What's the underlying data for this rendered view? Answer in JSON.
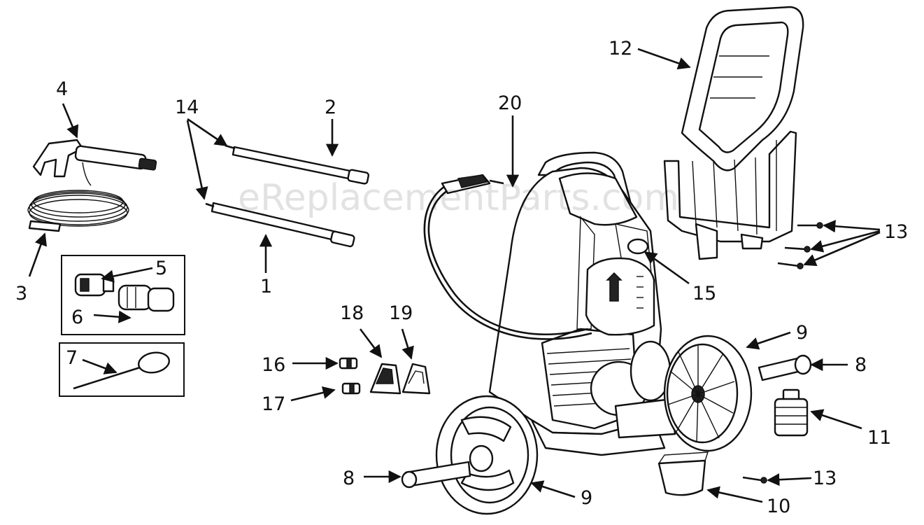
{
  "watermark": "eReplacementParts.com",
  "callouts": [
    {
      "id": "c1",
      "text": "1"
    },
    {
      "id": "c2",
      "text": "2"
    },
    {
      "id": "c3",
      "text": "3"
    },
    {
      "id": "c4",
      "text": "4"
    },
    {
      "id": "c5",
      "text": "5"
    },
    {
      "id": "c6",
      "text": "6"
    },
    {
      "id": "c7",
      "text": "7"
    },
    {
      "id": "c8a",
      "text": "8"
    },
    {
      "id": "c8b",
      "text": "8"
    },
    {
      "id": "c9a",
      "text": "9"
    },
    {
      "id": "c9b",
      "text": "9"
    },
    {
      "id": "c10",
      "text": "10"
    },
    {
      "id": "c11",
      "text": "11"
    },
    {
      "id": "c12",
      "text": "12"
    },
    {
      "id": "c13a",
      "text": "13"
    },
    {
      "id": "c13b",
      "text": "13"
    },
    {
      "id": "c14",
      "text": "14"
    },
    {
      "id": "c15",
      "text": "15"
    },
    {
      "id": "c16",
      "text": "16"
    },
    {
      "id": "c17",
      "text": "17"
    },
    {
      "id": "c18",
      "text": "18"
    },
    {
      "id": "c19",
      "text": "19"
    },
    {
      "id": "c20",
      "text": "20"
    }
  ]
}
